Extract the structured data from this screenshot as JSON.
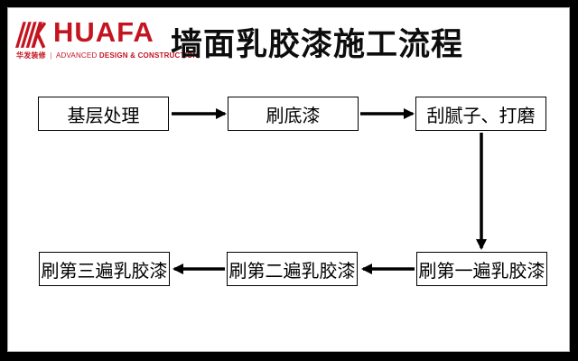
{
  "slide": {
    "background": "#ffffff",
    "frame_color": "#000000"
  },
  "logo": {
    "brand": "HUAFA",
    "brand_color": "#c41420",
    "tagline_cn": "华发装修",
    "tagline_separator": "|",
    "tagline_en": "ADVANCED",
    "tagline_en_bold": "DESIGN & CONSTRUCTION"
  },
  "header": {
    "title": "墙面乳胶漆施工流程"
  },
  "flowchart": {
    "node_fill": "#ffffff",
    "node_border_color": "#000000",
    "arrow_color": "#000000",
    "nodes": [
      {
        "label": "基层处理"
      },
      {
        "label": "刷底漆"
      },
      {
        "label": "刮腻子、打磨"
      },
      {
        "label": "刷第一遍乳胶漆"
      },
      {
        "label": "刷第二遍乳胶漆"
      },
      {
        "label": "刷第三遍乳胶漆"
      }
    ],
    "edges": [
      {
        "from": "基层处理",
        "to": "刷底漆",
        "direction": "right"
      },
      {
        "from": "刷底漆",
        "to": "刮腻子、打磨",
        "direction": "right"
      },
      {
        "from": "刮腻子、打磨",
        "to": "刷第一遍乳胶漆",
        "direction": "down"
      },
      {
        "from": "刷第一遍乳胶漆",
        "to": "刷第二遍乳胶漆",
        "direction": "left"
      },
      {
        "from": "刷第二遍乳胶漆",
        "to": "刷第三遍乳胶漆",
        "direction": "left"
      }
    ]
  }
}
